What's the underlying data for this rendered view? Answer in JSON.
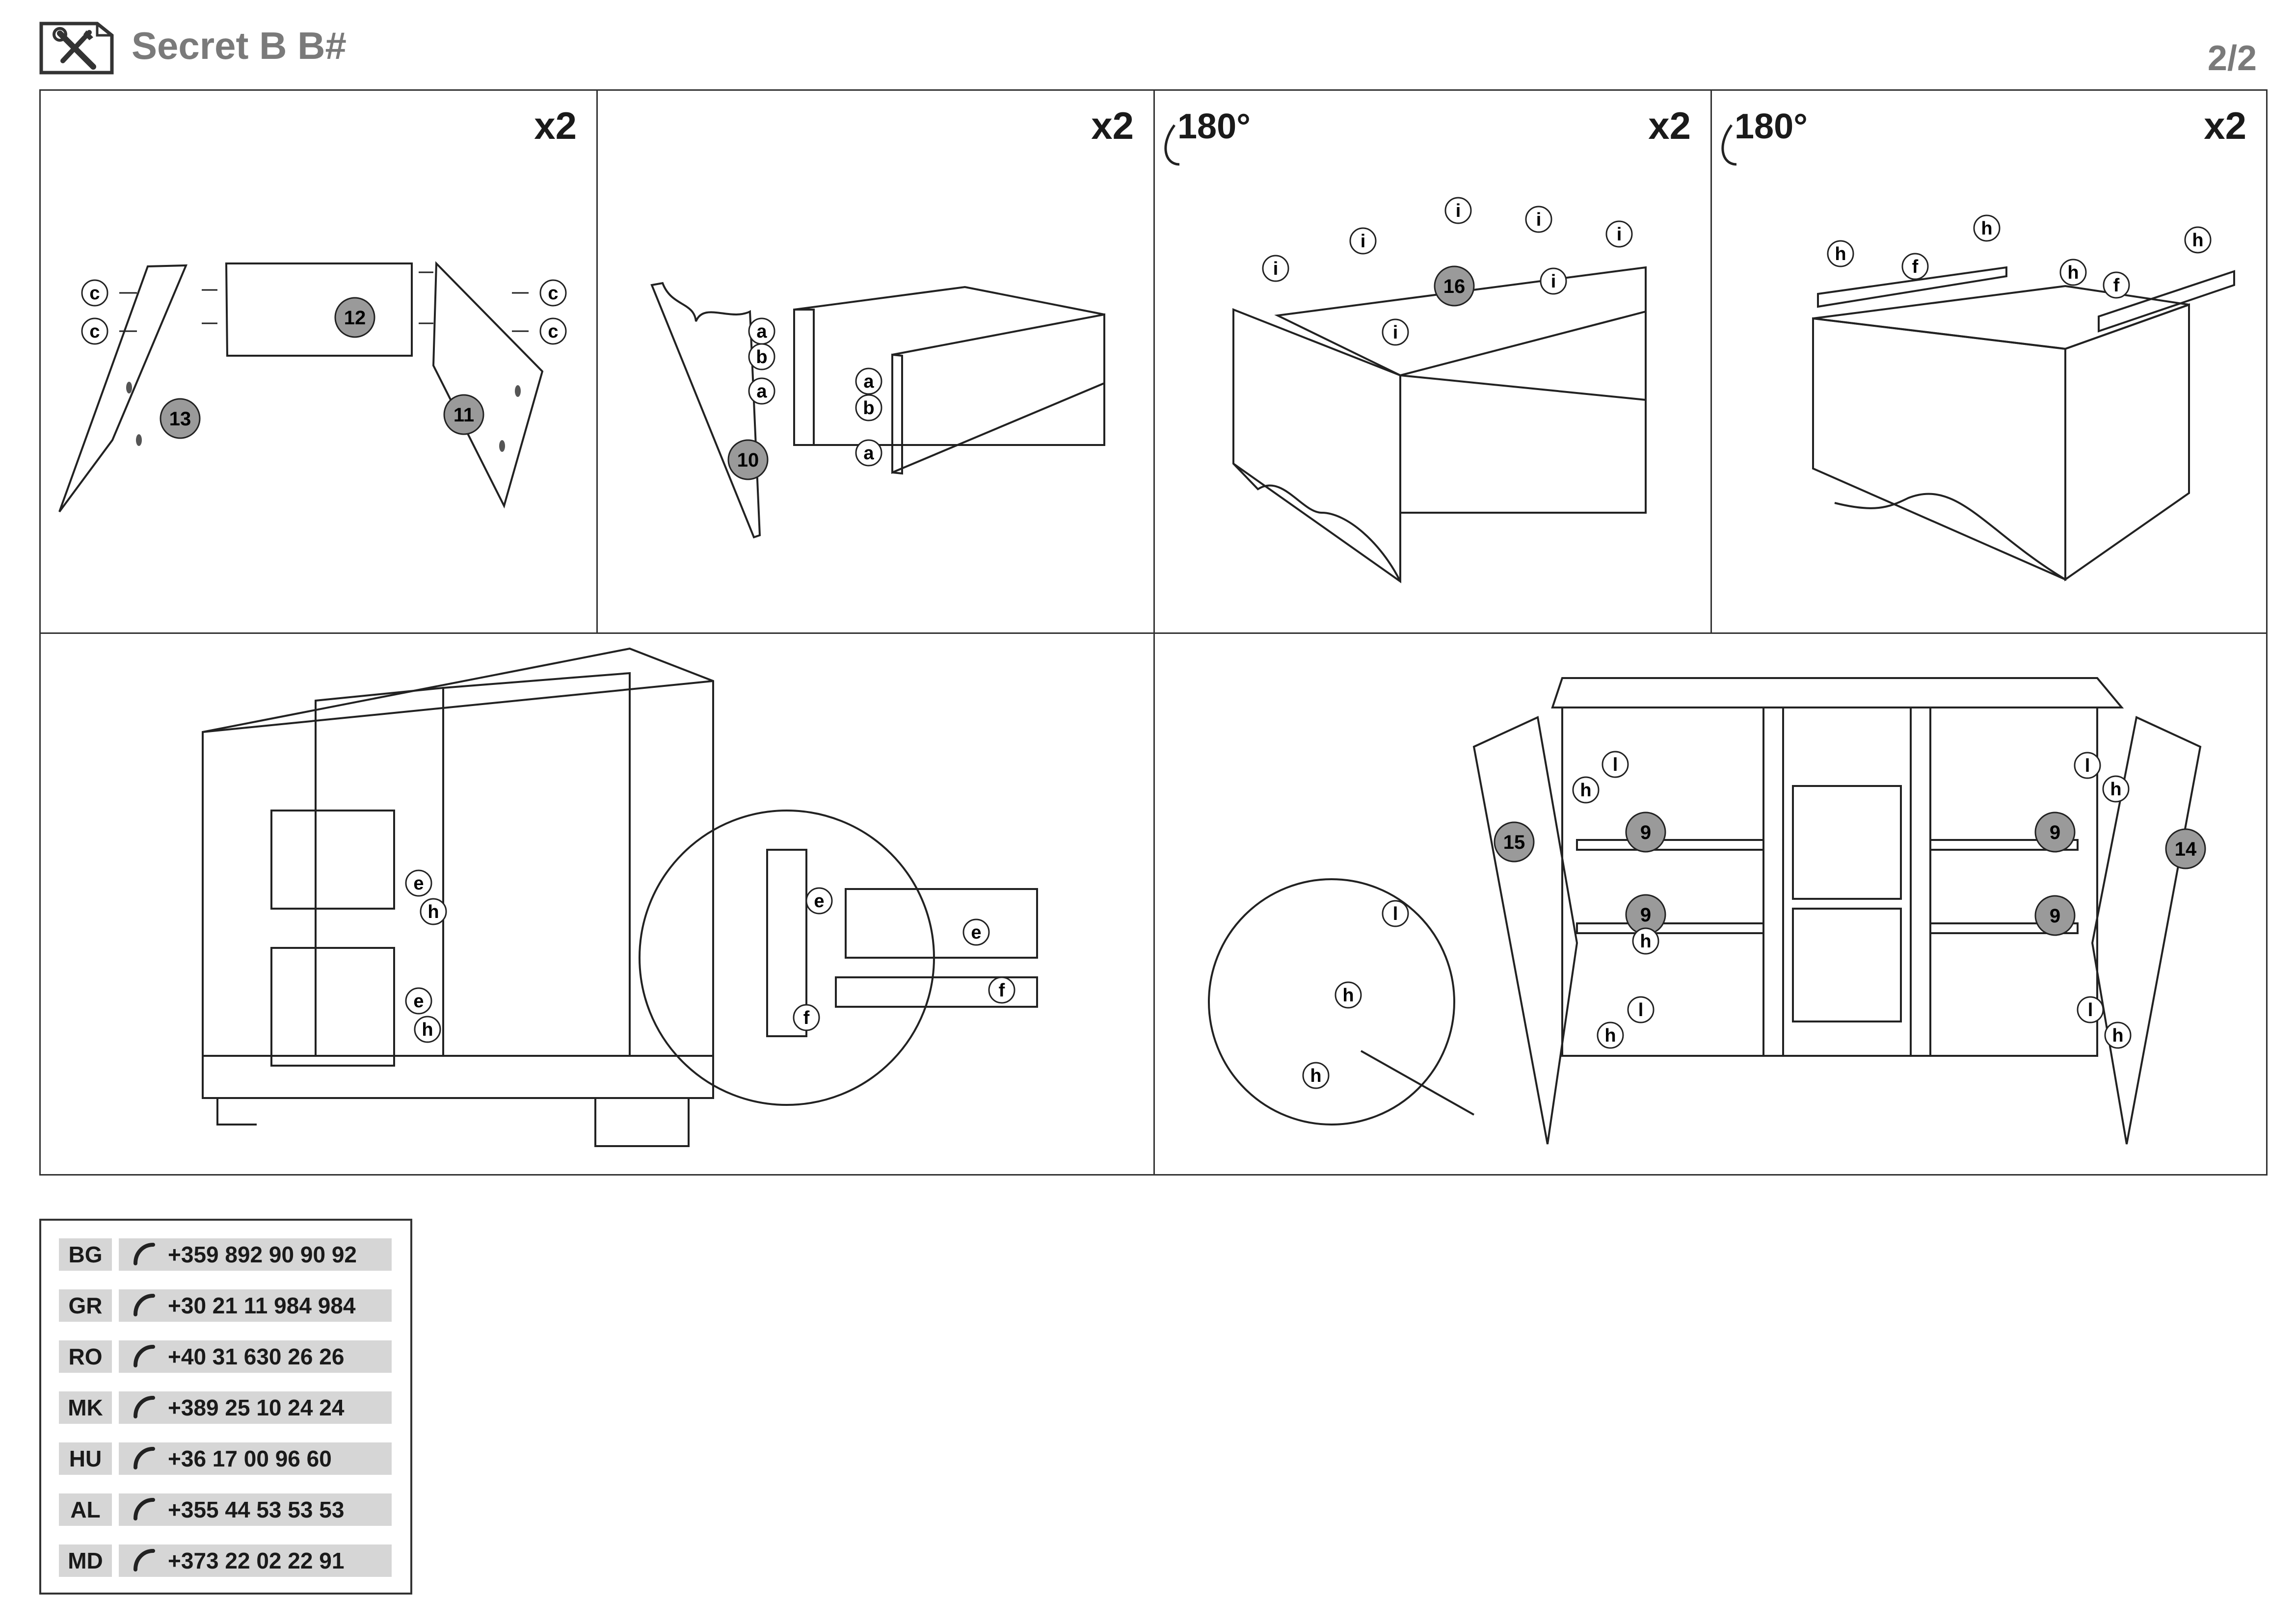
{
  "header": {
    "title": "Secret B B#",
    "page": "2/2",
    "icon": "tools-icon"
  },
  "steps": [
    {
      "multiplier": "x2",
      "rotation": "",
      "parts": [
        "12",
        "13",
        "11"
      ],
      "hardware": [
        "c",
        "c",
        "c",
        "c"
      ]
    },
    {
      "multiplier": "x2",
      "rotation": "",
      "parts": [
        "10"
      ],
      "hardware": [
        "a",
        "b",
        "a",
        "a",
        "b",
        "a"
      ]
    },
    {
      "multiplier": "x2",
      "rotation": "180°",
      "parts": [
        "16"
      ],
      "hardware": [
        "i",
        "i",
        "i",
        "i",
        "i",
        "i",
        "i"
      ]
    },
    {
      "multiplier": "x2",
      "rotation": "180°",
      "parts": [],
      "hardware": [
        "h",
        "f",
        "h",
        "h",
        "f",
        "h"
      ]
    },
    {
      "multiplier": "",
      "rotation": "",
      "parts": [],
      "hardware": [
        "e",
        "h",
        "e",
        "h",
        "e",
        "e",
        "f",
        "f"
      ]
    },
    {
      "multiplier": "",
      "rotation": "",
      "parts": [
        "15",
        "9",
        "9",
        "9",
        "9",
        "14"
      ],
      "hardware": [
        "l",
        "h",
        "l",
        "h",
        "l",
        "h",
        "l",
        "h",
        "l",
        "h",
        "h",
        "h"
      ]
    }
  ],
  "contacts": [
    {
      "code": "BG",
      "phone": "+359 892 90 90 92"
    },
    {
      "code": "GR",
      "phone": "+30 21 11 984 984"
    },
    {
      "code": "RO",
      "phone": "+40 31 630 26 26"
    },
    {
      "code": "MK",
      "phone": "+389 25 10 24 24"
    },
    {
      "code": "HU",
      "phone": "+36 17 00 96 60"
    },
    {
      "code": "AL",
      "phone": "+355 44 53 53 53"
    },
    {
      "code": "MD",
      "phone": "+373 22 02 22 91"
    }
  ],
  "colors": {
    "frame": "#333333",
    "part_badge": "#9a9a9a",
    "contact_bg": "#d6d6d6",
    "title": "#7a7a7a"
  }
}
